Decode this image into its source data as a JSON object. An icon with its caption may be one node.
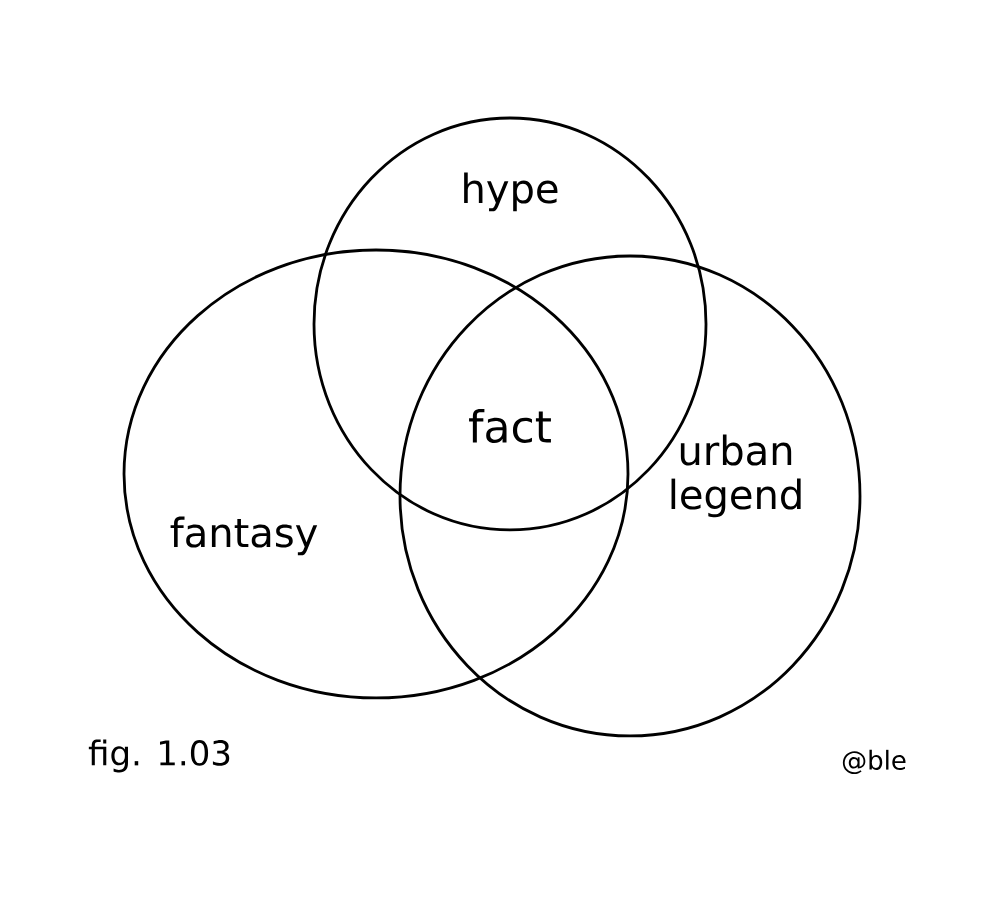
{
  "diagram": {
    "nodes": [
      {
        "text": [
          "hype"
        ]
      },
      {
        "text": [
          "fantasy"
        ]
      },
      {
        "text": [
          "urban legend"
        ]
      }
    ],
    "edges": [],
    "labels": [
      "fact",
      "fig. 1.03",
      "@ble"
    ]
  }
}
